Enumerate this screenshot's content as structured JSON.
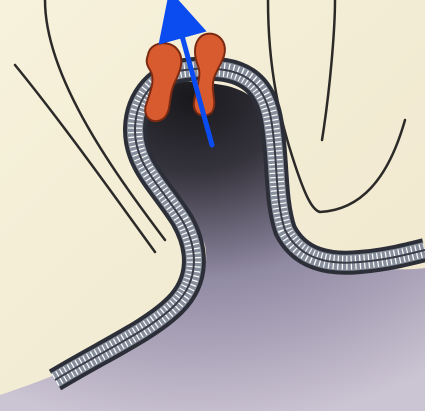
{
  "figure": {
    "type": "membrane-invagination-illustration",
    "colors": {
      "background_cream": "#f1e7cb",
      "cell_fill": "#fbf6e2",
      "cell_outline": "#2c2a28",
      "cavity_dark": "#1a1b22",
      "cavity_purple": "#8c85a1",
      "membrane_outer": "#2c2f38",
      "membrane_inner": "#888f9c",
      "membrane_ticks": "#ffffff",
      "protein_fill": "#d85a2f",
      "protein_outline": "#7a2a12",
      "arrow_color": "#0b4cf0"
    },
    "elements": {
      "membrane": "lipid-bilayer",
      "proteins": [
        "protein-left",
        "protein-right"
      ],
      "arrow": "upward-direction-arrow"
    }
  }
}
